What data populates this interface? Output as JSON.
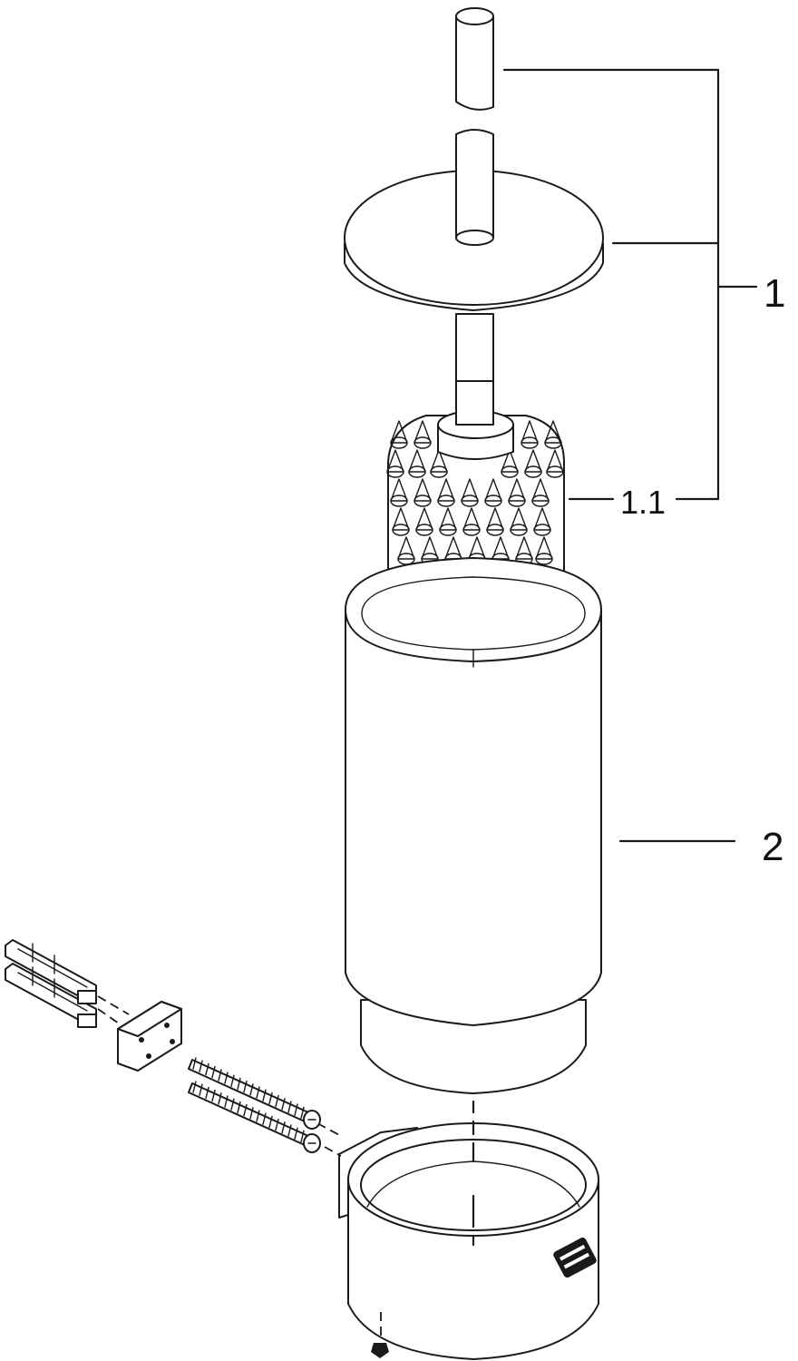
{
  "labels": {
    "part_1": "1",
    "part_1_1": "1.1",
    "part_2": "2"
  }
}
